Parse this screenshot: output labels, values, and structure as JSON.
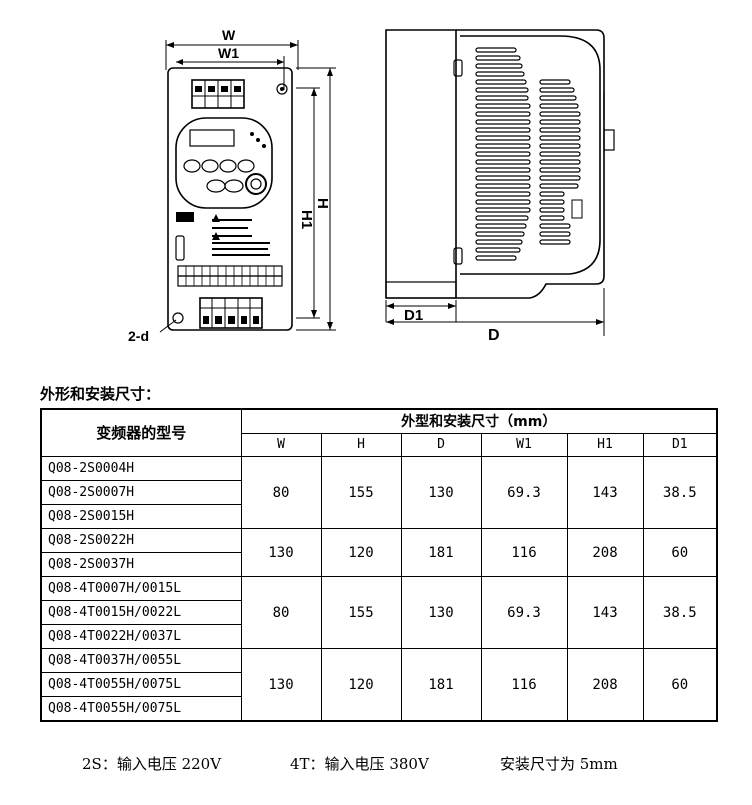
{
  "drawing": {
    "front_labels": {
      "w": "W",
      "w1": "W1",
      "h1": "H1",
      "h": "H",
      "hole": "2-d"
    },
    "side_labels": {
      "d1": "D1",
      "d": "D"
    }
  },
  "section_title": "外形和安装尺寸：",
  "table": {
    "model_header": "变频器的型号",
    "group_header": "外型和安装尺寸（mm）",
    "columns": [
      "W",
      "H",
      "D",
      "W1",
      "H1",
      "D1"
    ],
    "groups": [
      {
        "models": [
          "Q08-2S0004H",
          "Q08-2S0007H",
          "Q08-2S0015H"
        ],
        "values": [
          "80",
          "155",
          "130",
          "69.3",
          "143",
          "38.5"
        ]
      },
      {
        "models": [
          "Q08-2S0022H",
          "Q08-2S0037H"
        ],
        "values": [
          "130",
          "120",
          "181",
          "116",
          "208",
          "60"
        ]
      },
      {
        "models": [
          "Q08-4T0007H/0015L",
          "Q08-4T0015H/0022L",
          "Q08-4T0022H/0037L"
        ],
        "values": [
          "80",
          "155",
          "130",
          "69.3",
          "143",
          "38.5"
        ]
      },
      {
        "models": [
          "Q08-4T0037H/0055L",
          "Q08-4T0055H/0075L",
          "Q08-4T0055H/0075L"
        ],
        "values": [
          "130",
          "120",
          "181",
          "116",
          "208",
          "60"
        ]
      }
    ]
  },
  "footnotes": {
    "note_2s": "2S：输入电压 220V",
    "note_4t": "4T：输入电压 380V",
    "note_install": "安装尺寸为 5mm"
  }
}
